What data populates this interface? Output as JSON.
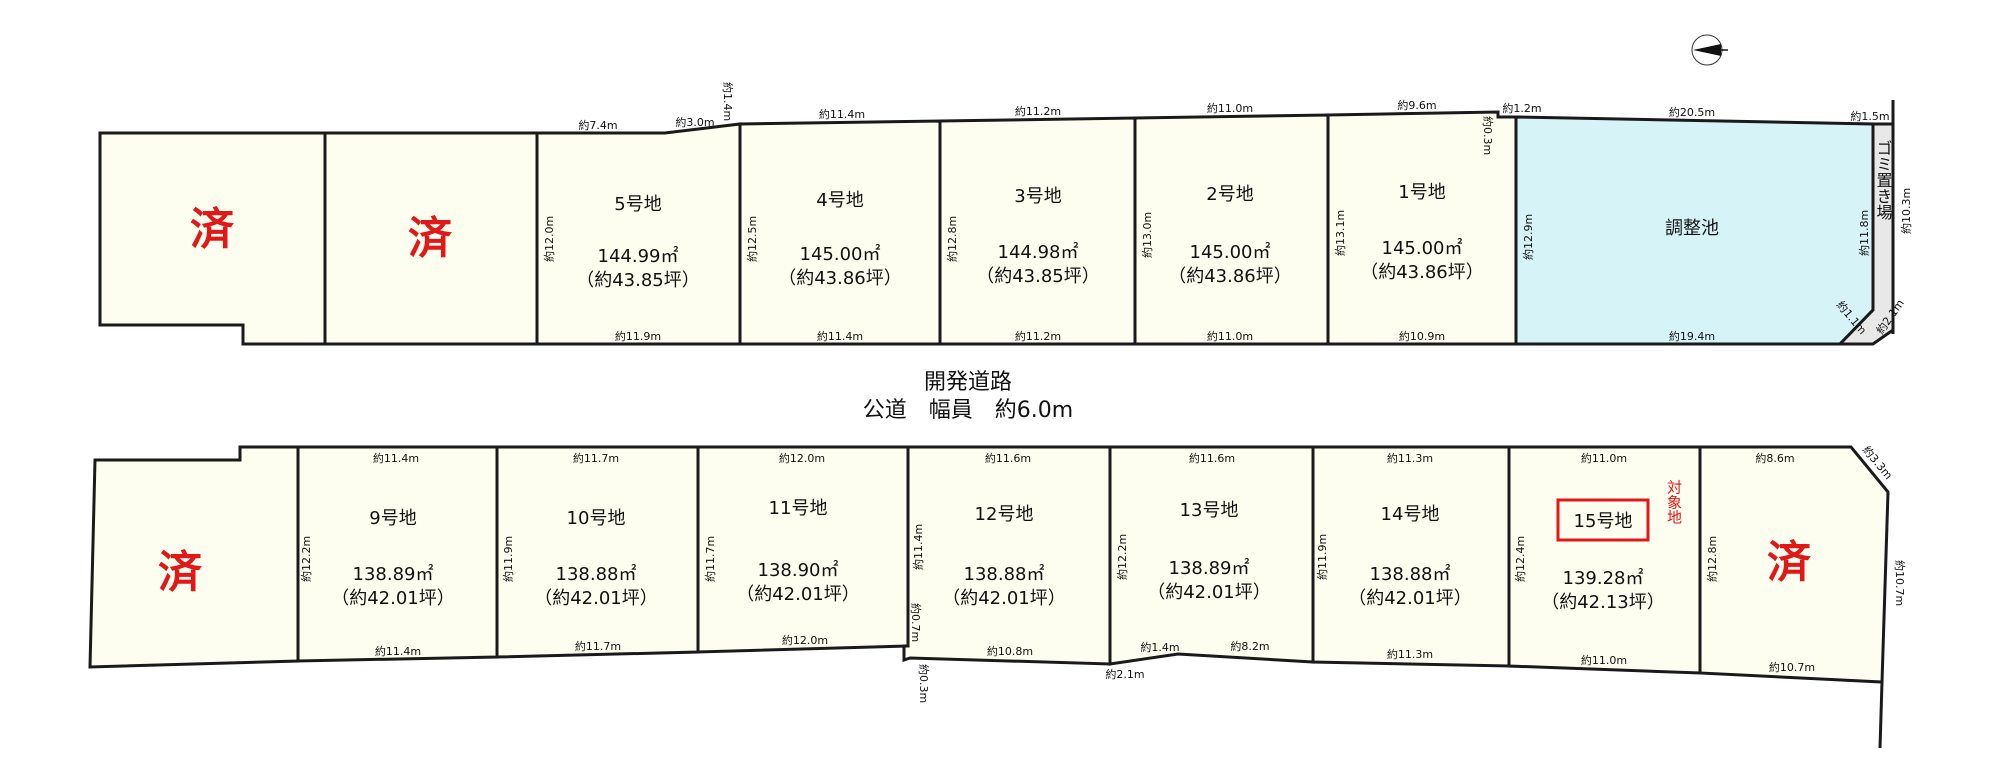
{
  "sold_label": "済",
  "road": {
    "title": "開発道路",
    "subtitle": "公道　幅員　約6.0m"
  },
  "pond_label": "調整池",
  "garbage_label": "ゴミ置き場",
  "target_label": "対象地",
  "north_lots": [
    {
      "name": "5号地",
      "area": "144.99㎡",
      "tsubo": "（約43.85坪）"
    },
    {
      "name": "4号地",
      "area": "145.00㎡",
      "tsubo": "（約43.86坪）"
    },
    {
      "name": "3号地",
      "area": "144.98㎡",
      "tsubo": "（約43.85坪）"
    },
    {
      "name": "2号地",
      "area": "145.00㎡",
      "tsubo": "（約43.86坪）"
    },
    {
      "name": "1号地",
      "area": "145.00㎡",
      "tsubo": "（約43.86坪）"
    }
  ],
  "south_lots": [
    {
      "name": "9号地",
      "area": "138.89㎡",
      "tsubo": "（約42.01坪）"
    },
    {
      "name": "10号地",
      "area": "138.88㎡",
      "tsubo": "（約42.01坪）"
    },
    {
      "name": "11号地",
      "area": "138.90㎡",
      "tsubo": "（約42.01坪）"
    },
    {
      "name": "12号地",
      "area": "138.88㎡",
      "tsubo": "（約42.01坪）"
    },
    {
      "name": "13号地",
      "area": "138.89㎡",
      "tsubo": "（約42.01坪）"
    },
    {
      "name": "14号地",
      "area": "138.88㎡",
      "tsubo": "（約42.01坪）"
    },
    {
      "name": "15号地",
      "area": "139.28㎡",
      "tsubo": "（約42.13坪）"
    }
  ],
  "dims": {
    "n_top": [
      "約7.4m",
      "約3.0m",
      "約11.4m",
      "約11.2m",
      "約11.0m",
      "約9.6m",
      "約1.2m",
      "約20.5m",
      "約1.5m"
    ],
    "n_bottom": [
      "約11.9m",
      "約11.4m",
      "約11.2m",
      "約11.0m",
      "約10.9m",
      "約19.4m"
    ],
    "n_side": [
      "約1.4m",
      "約12.0m",
      "約12.5m",
      "約12.8m",
      "約13.0m",
      "約13.1m",
      "約0.3m",
      "約12.9m",
      "約11.8m",
      "約10.3m",
      "約1.1m",
      "約2.1m"
    ],
    "s_top": [
      "約11.4m",
      "約11.7m",
      "約12.0m",
      "約11.6m",
      "約11.6m",
      "約11.3m",
      "約11.0m",
      "約8.6m",
      "約3.3m"
    ],
    "s_bottom": [
      "約11.4m",
      "約11.7m",
      "約12.0m",
      "約10.8m",
      "約2.1m",
      "約1.4m",
      "約8.2m",
      "約11.3m",
      "約11.0m",
      "約10.7m"
    ],
    "s_side": [
      "約12.2m",
      "約11.9m",
      "約11.7m",
      "約11.4m",
      "約0.7m",
      "約0.3m",
      "約12.2m",
      "約11.9m",
      "約12.4m",
      "約12.8m",
      "約10.7m"
    ]
  }
}
